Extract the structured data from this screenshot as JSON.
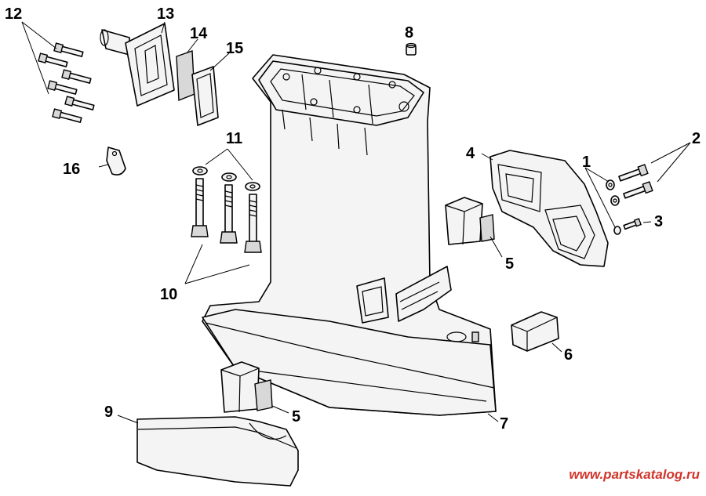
{
  "callouts": [
    {
      "id": "1",
      "label": "1"
    },
    {
      "id": "2",
      "label": "2"
    },
    {
      "id": "3",
      "label": "3"
    },
    {
      "id": "4",
      "label": "4"
    },
    {
      "id": "5a",
      "label": "5"
    },
    {
      "id": "5b",
      "label": "5"
    },
    {
      "id": "6",
      "label": "6"
    },
    {
      "id": "7",
      "label": "7"
    },
    {
      "id": "8",
      "label": "8"
    },
    {
      "id": "9",
      "label": "9"
    },
    {
      "id": "10",
      "label": "10"
    },
    {
      "id": "11",
      "label": "11"
    },
    {
      "id": "12",
      "label": "12"
    },
    {
      "id": "13",
      "label": "13"
    },
    {
      "id": "14",
      "label": "14"
    },
    {
      "id": "15",
      "label": "15"
    },
    {
      "id": "16",
      "label": "16"
    }
  ],
  "watermark": "www.partskatalog.ru"
}
